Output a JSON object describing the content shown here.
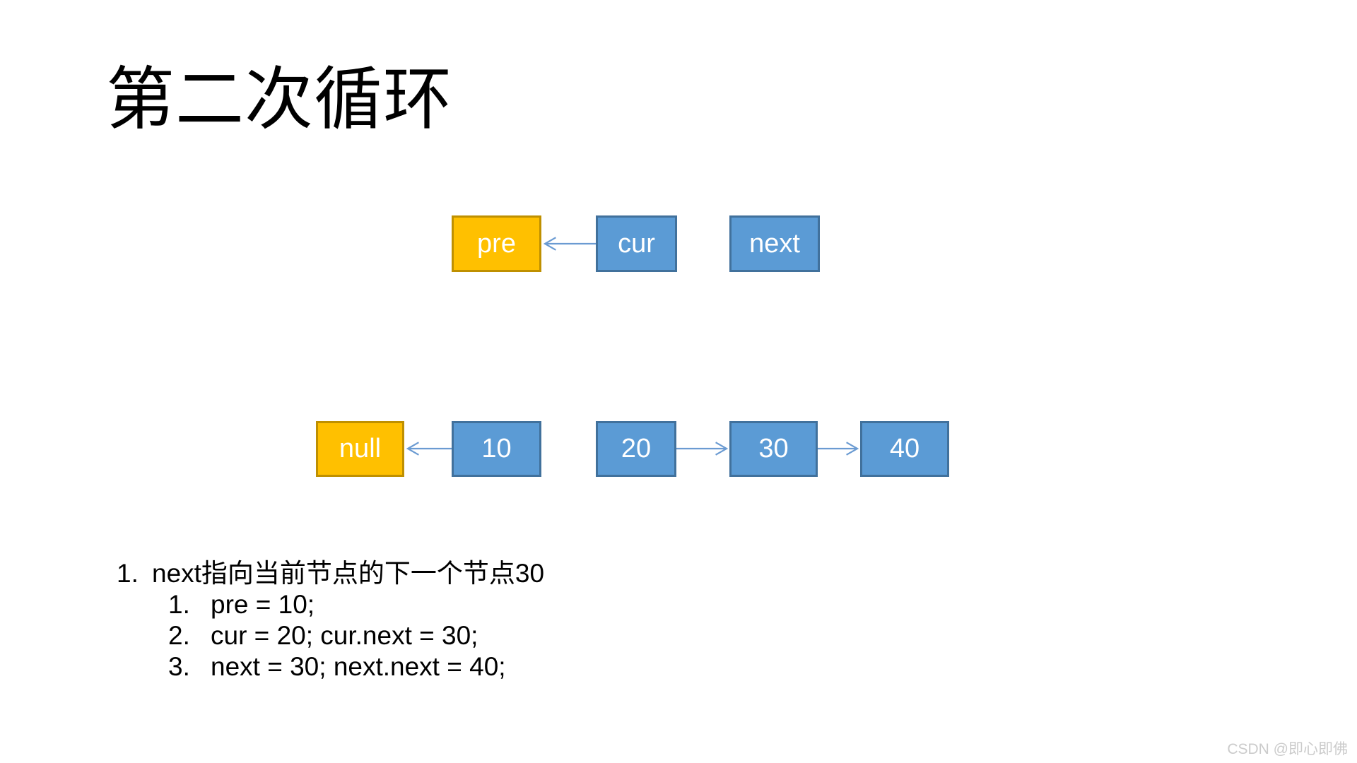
{
  "slide": {
    "title": "第二次循环",
    "watermark": "CSDN @即心即佛"
  },
  "colors": {
    "box_blue_fill": "#5B9BD5",
    "box_blue_border": "#41719C",
    "box_orange_fill": "#FFC000",
    "box_orange_border": "#BF9000",
    "arrow_blue": "#6B9BD2",
    "box_text": "#FFFFFF",
    "body_text": "#000000",
    "watermark_gray": "#CBCBCB"
  },
  "diagram": {
    "pointer_row": [
      {
        "label": "pre",
        "type": "orange"
      },
      {
        "label": "cur",
        "type": "blue"
      },
      {
        "label": "next",
        "type": "blue"
      }
    ],
    "list_row": [
      {
        "label": "null",
        "type": "orange"
      },
      {
        "label": "10",
        "type": "blue"
      },
      {
        "label": "20",
        "type": "blue"
      },
      {
        "label": "30",
        "type": "blue"
      },
      {
        "label": "40",
        "type": "blue"
      }
    ],
    "arrows": [
      {
        "from": "cur",
        "to": "pre",
        "direction": "left"
      },
      {
        "from": "10",
        "to": "null",
        "direction": "left"
      },
      {
        "from": "20",
        "to": "30",
        "direction": "right"
      },
      {
        "from": "30",
        "to": "40",
        "direction": "right"
      }
    ]
  },
  "notes": {
    "main_number": "1.",
    "main_text": "next指向当前节点的下一个节点30",
    "sub_items": [
      {
        "number": "1.",
        "text": "pre = 10;"
      },
      {
        "number": "2.",
        "text": "cur = 20; cur.next = 30;"
      },
      {
        "number": "3.",
        "text": "next = 30; next.next = 40;"
      }
    ]
  }
}
